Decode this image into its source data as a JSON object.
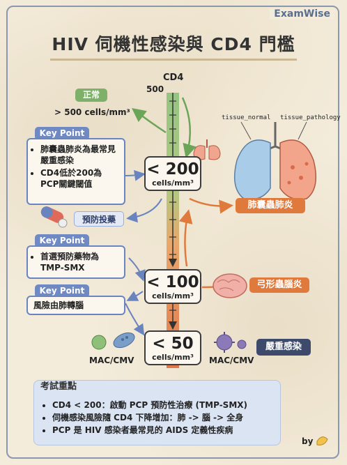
{
  "brand": "ExamWise",
  "title": "HIV 伺機性感染與 CD4 門檻",
  "axis": {
    "label": "CD4",
    "top_value": "500"
  },
  "normal": {
    "tag": "正常",
    "value": "> 500 cells/mm³"
  },
  "key_point_1": {
    "tag": "Key Point",
    "items": [
      "肺囊蟲肺炎為最常見嚴重感染",
      "CD4低於200為PCP關鍵閾值"
    ]
  },
  "threshold_200": {
    "value": "< 200",
    "unit": "cells/mm³"
  },
  "lungs": {
    "label_normal": "tissue_normal",
    "label_pathology": "tissue_pathology"
  },
  "pcp": {
    "tag": "肺囊蟲肺炎"
  },
  "prophylaxis": {
    "tag": "預防投藥"
  },
  "key_point_2": {
    "tag": "Key Point",
    "items": [
      "首選預防藥物為TMP-SMX"
    ]
  },
  "threshold_100": {
    "value": "< 100",
    "unit": "cells/mm³"
  },
  "toxo": {
    "tag": "弓形蟲腦炎"
  },
  "key_point_3": {
    "tag": "Key Point",
    "text": "風險由肺轉腦"
  },
  "threshold_50": {
    "value": "< 50",
    "unit": "cells/mm³"
  },
  "mac_left": "MAC/CMV",
  "mac_right": "MAC/CMV",
  "severe": {
    "tag": "嚴重感染"
  },
  "exam": {
    "title": "考試重點",
    "items": [
      "CD4 < 200：啟動 PCP 預防性治療 (TMP-SMX)",
      "伺機感染風險隨 CD4 下降增加：肺 -> 腦 -> 全身",
      "PCP 是 HIV 感染者最常見的 AIDS 定義性疾病"
    ]
  },
  "footer": {
    "by": "by"
  },
  "colors": {
    "green": "#7fb069",
    "orange": "#e07a3c",
    "blue": "#6a84c0",
    "navy": "#3d4a6b",
    "kp_tag": "#6f89c4"
  }
}
